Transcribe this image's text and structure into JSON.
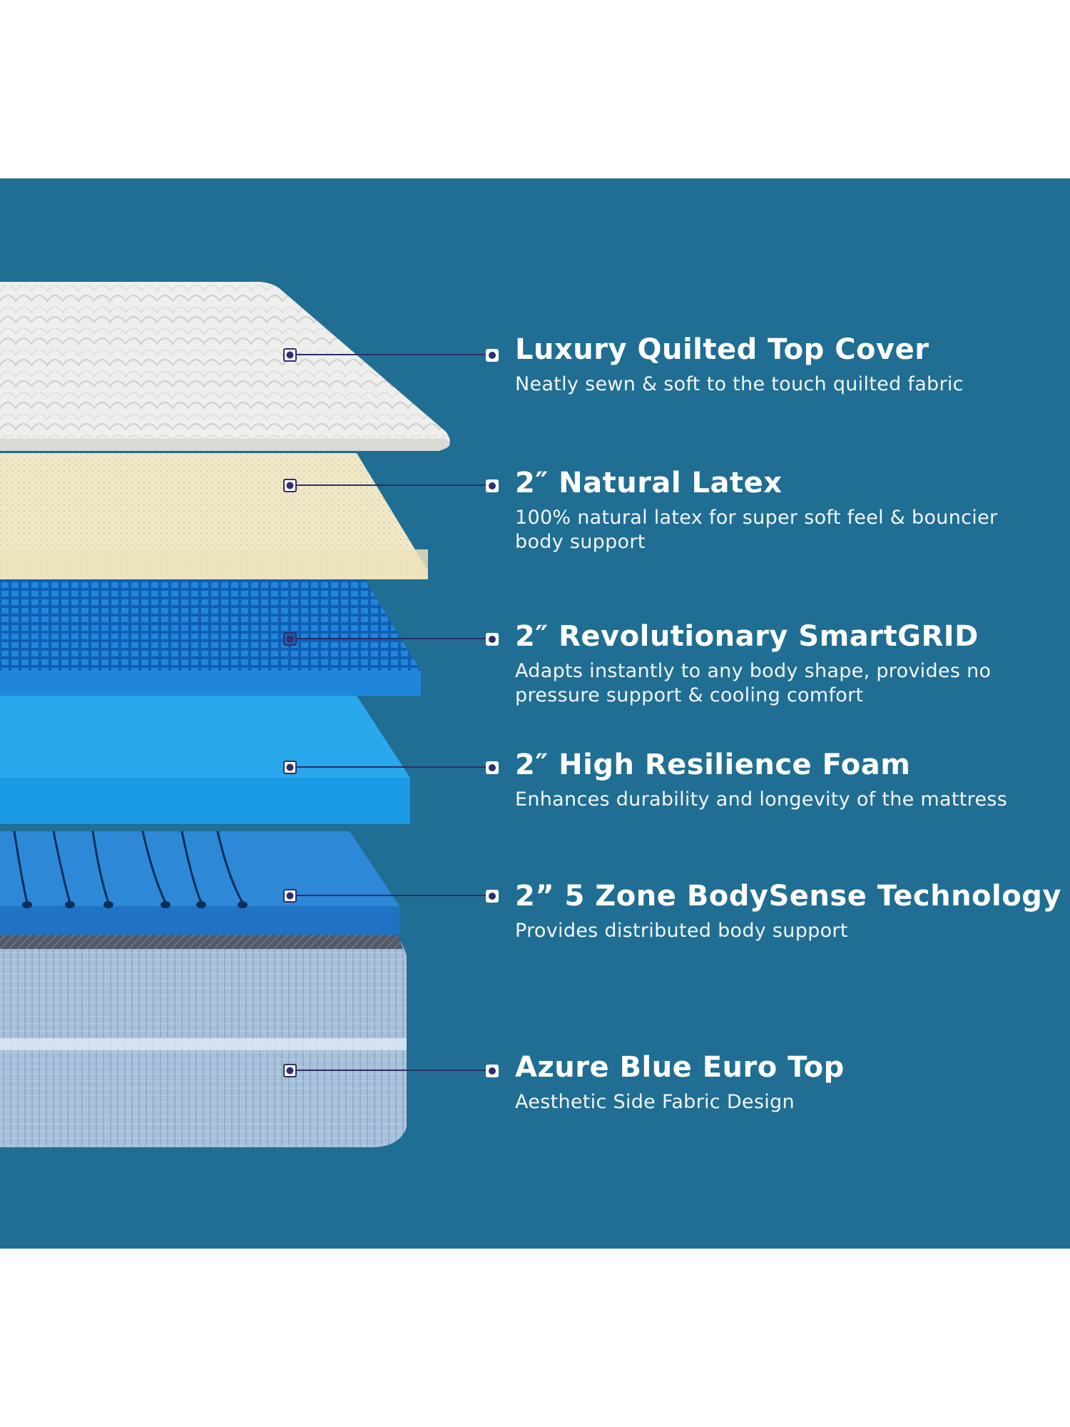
{
  "colors": {
    "panel_background": "#206e93",
    "page_background": "#ffffff",
    "marker_fill": "#2d2f6e",
    "marker_border": "#ffffff"
  },
  "layers": [
    {
      "title": "Luxury Quilted Top Cover",
      "desc": "Neatly sewn & soft to the touch quilted fabric",
      "icon": "layer-marker-icon",
      "color": "#ededeb"
    },
    {
      "title": "2″ Natural Latex",
      "desc": "100% natural latex for super soft feel & bouncier body support",
      "icon": "layer-marker-icon",
      "color": "#efe6c4"
    },
    {
      "title": "2″ Revolutionary SmartGRID",
      "desc": "Adapts instantly to any body shape, provides no pressure support & cooling comfort",
      "icon": "layer-marker-icon",
      "color": "#1e7fd6"
    },
    {
      "title": "2″ High Resilience Foam",
      "desc": "Enhances durability and longevity of the mattress",
      "icon": "layer-marker-icon",
      "color": "#29a8ec"
    },
    {
      "title": "2” 5 Zone BodySense Technology",
      "desc": "Provides distributed body support",
      "icon": "layer-marker-icon",
      "color": "#2e88d8"
    },
    {
      "title": "Azure Blue Euro Top",
      "desc": "Aesthetic Side Fabric Design",
      "icon": "layer-marker-icon",
      "color": "#a9c2dc"
    }
  ]
}
